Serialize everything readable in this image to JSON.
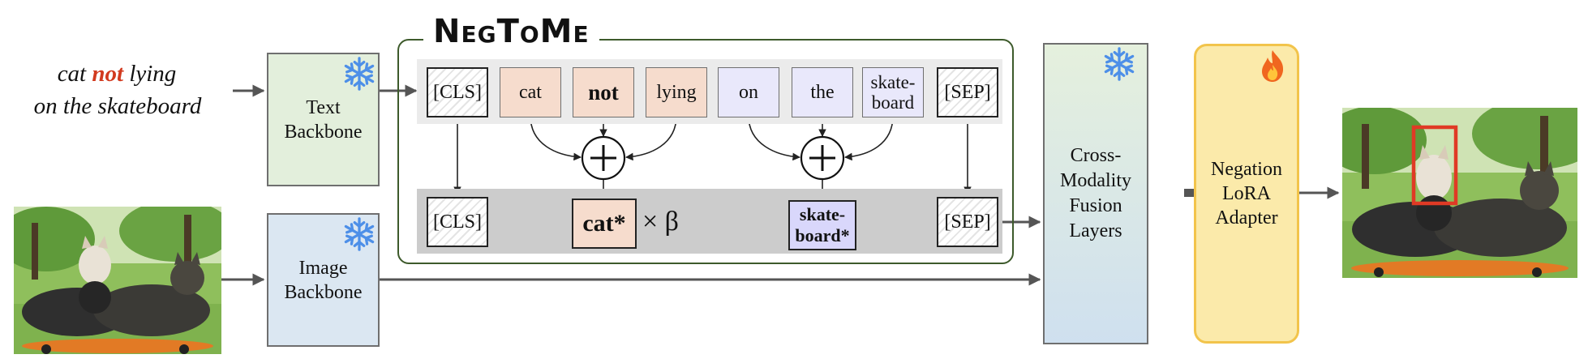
{
  "input_text": {
    "line1": {
      "before": "cat ",
      "negation": "not",
      "after": " lying"
    },
    "line2": "on the skateboard"
  },
  "blocks": {
    "text_backbone": "Text\nBackbone",
    "image_backbone": "Image\nBackbone",
    "fusion": "Cross-\nModality\nFusion\nLayers",
    "lora": "Negation\nLoRA\nAdapter"
  },
  "module_title": "NegToMe",
  "tokens_top": [
    {
      "id": "cls",
      "label": "[CLS]",
      "style": "hatched"
    },
    {
      "id": "cat",
      "label": "cat",
      "style": "orange"
    },
    {
      "id": "not",
      "label": "not",
      "style": "orange-bold"
    },
    {
      "id": "lying",
      "label": "lying",
      "style": "orange"
    },
    {
      "id": "on",
      "label": "on",
      "style": "lavender"
    },
    {
      "id": "the",
      "label": "the",
      "style": "lavender"
    },
    {
      "id": "skateboard",
      "label": "skate-\nboard",
      "style": "lavender"
    },
    {
      "id": "sep",
      "label": "[SEP]",
      "style": "hatched"
    }
  ],
  "tokens_bottom": {
    "cls": "[CLS]",
    "cat_merged": "cat*",
    "scale": "× β",
    "skate_merged": "skate-\nboard*",
    "sep": "[SEP]"
  },
  "operators": {
    "merge": "+",
    "combine": "+"
  },
  "icons": {
    "frozen": "snowflake-icon",
    "trainable": "flame-icon"
  },
  "colors": {
    "text_backbone_fill": "#e3efdc",
    "image_backbone_fill": "#dbe7f2",
    "module_border": "#3d5a2b",
    "lora_fill": "#fbeaaa",
    "lora_border": "#f2c44b",
    "negation_word": "#d23a1f",
    "orange_token": "#f6dccd",
    "lavender_token": "#e9e8fb",
    "snowflake": "#4d8fe8",
    "detection_box": "#e03a25"
  }
}
